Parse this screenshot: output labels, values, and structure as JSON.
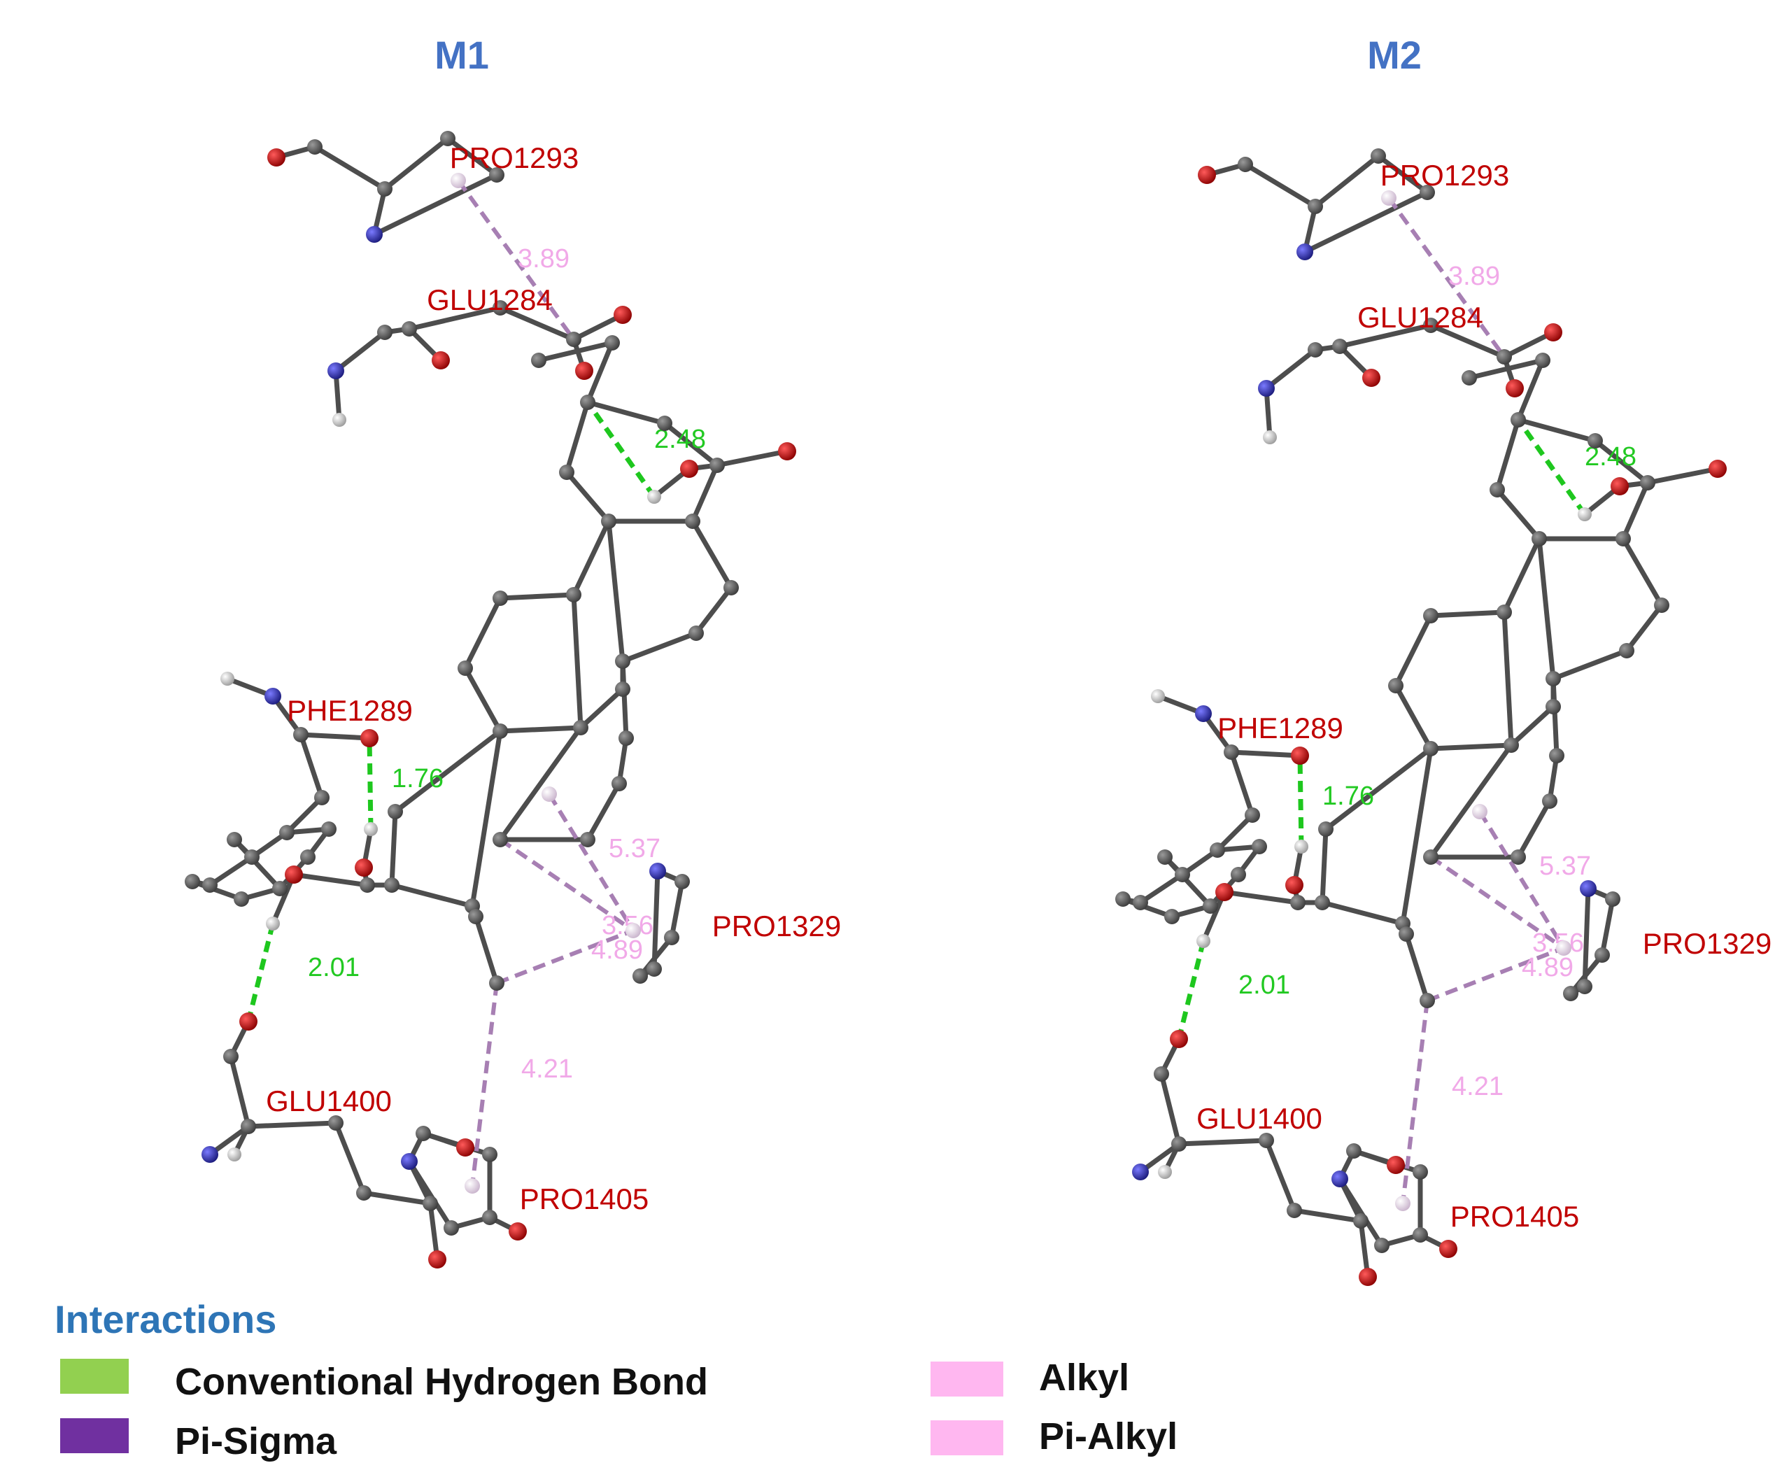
{
  "panels": [
    {
      "title": "M1",
      "residues": [
        "PRO1293",
        "GLU1284",
        "PHE1289",
        "PRO1329",
        "GLU1400",
        "PRO1405"
      ],
      "hbond_distances": [
        "2.48",
        "1.76",
        "2.01"
      ],
      "hydrophobic_distances": [
        "3.89",
        "5.37",
        "3.56",
        "4.89",
        "4.21"
      ]
    },
    {
      "title": "M2",
      "residues": [
        "PRO1293",
        "GLU1284",
        "PHE1289",
        "PRO1329",
        "GLU1400",
        "PRO1405"
      ],
      "hbond_distances": [
        "2.48",
        "1.76",
        "2.01"
      ],
      "hydrophobic_distances": [
        "3.89",
        "5.37",
        "3.56",
        "4.89",
        "4.21"
      ]
    }
  ],
  "legend": {
    "title": "Interactions",
    "items": [
      {
        "label": "Conventional Hydrogen Bond",
        "color": "#92d050"
      },
      {
        "label": "Pi-Sigma",
        "color": "#7030a0"
      },
      {
        "label": "Alkyl",
        "color": "#ffb7f0"
      },
      {
        "label": "Pi-Alkyl",
        "color": "#ffb7f0"
      }
    ]
  },
  "atom_colors": {
    "carbon": "#4d4d4d",
    "oxygen": "#aa0000",
    "nitrogen": "#2e2e9e",
    "hydrogen": "#d0d0d0"
  },
  "interaction_colors": {
    "hbond": "#1ec71e",
    "hydrophobic": "#a77fb3"
  }
}
